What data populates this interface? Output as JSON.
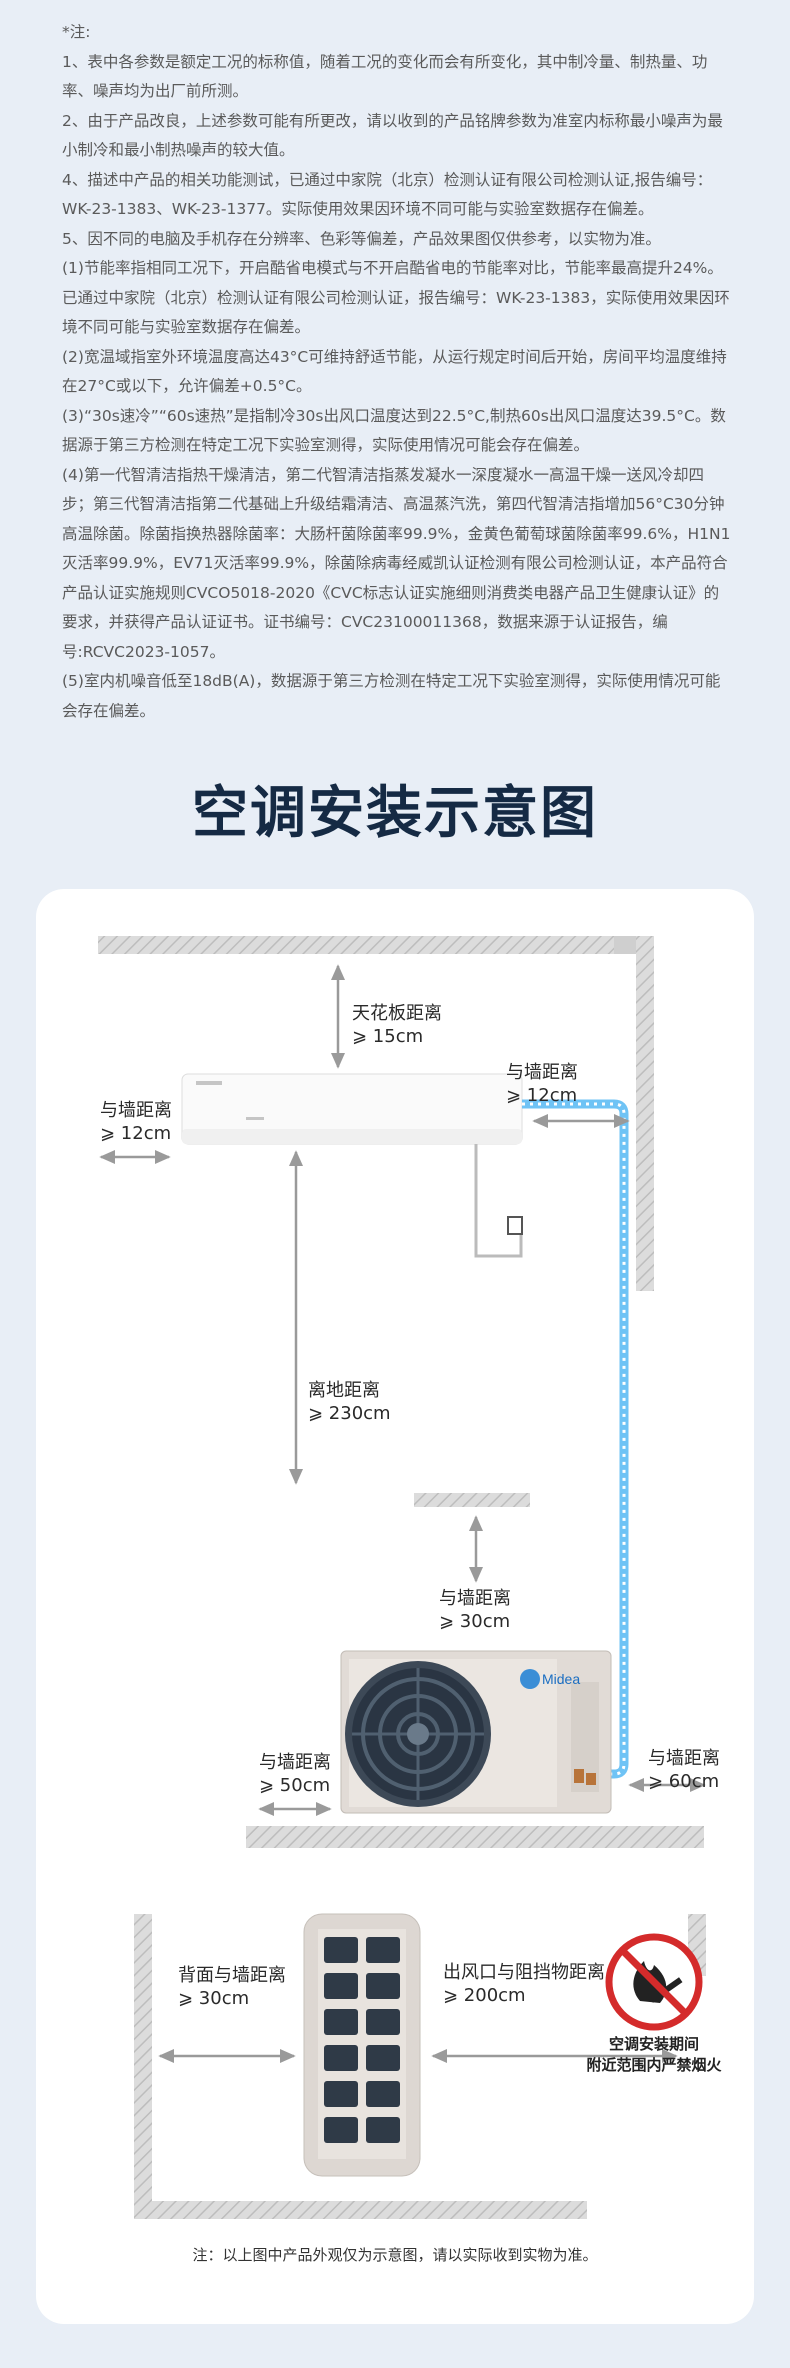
{
  "notes": {
    "header": "*注:",
    "items": [
      "1、表中各参数是额定工况的标称值，随着工况的变化而会有所变化，其中制冷量、制热量、功率、噪声均为出厂前所测。",
      "2、由于产品改良，上述参数可能有所更改，请以收到的产品铭牌参数为准室内标称最小噪声为最小制冷和最小制热噪声的较大值。",
      "4、描述中产品的相关功能测试，已通过中家院（北京）检测认证有限公司检测认证,报告编号：WK-23-1383、WK-23-1377。实际使用效果因环境不同可能与实验室数据存在偏差。",
      "5、因不同的电脑及手机存在分辨率、色彩等偏差，产品效果图仅供参考，以实物为准。",
      "(1)节能率指相同工况下，开启酷省电模式与不开启酷省电的节能率对比，节能率最高提升24%。已通过中家院（北京）检测认证有限公司检测认证，报告编号：WK-23-1383，实际使用效果因环境不同可能与实验室数据存在偏差。",
      "(2)宽温域指室外环境温度高达43°C可维持舒适节能，从运行规定时间后开始，房间平均温度维持在27°C或以下，允许偏差+0.5°C。",
      "(3)“30s速冷”“60s速热”是指制冷30s出风口温度达到22.5°C,制热60s出风口温度达39.5°C。数据源于第三方检测在特定工况下实验室测得，实际使用情况可能会存在偏差。",
      "(4)第一代智清洁指热干燥清洁，第二代智清洁指蒸发凝水一深度凝水一高温干燥一送风冷却四步；第三代智清洁指第二代基础上升级结霜清洁、高温蒸汽洗，第四代智清洁指增加56°C30分钟高温除菌。除菌指换热器除菌率：大肠杆菌除菌率99.9%，金黄色葡萄球菌除菌率99.6%，H1N1灭活率99.9%，EV71灭活率99.9%，除菌除病毒经威凯认证检测有限公司检测认证，本产品符合产品认证实施规则CVCO5018-2020《CVC标志认证实施细则消费类电器产品卫生健康认证》的要求，并获得产品认证证书。证书编号：CVC23100011368，数据来源于认证报告，编号:RCVC2023-1057。",
      "(5)室内机噪音低至18dB(A)，数据源于第三方检测在特定工况下实验室测得，实际使用情况可能会存在偏差。"
    ]
  },
  "section_title": "空调安装示意图",
  "diagram": {
    "ceiling": {
      "title": "天花板距离",
      "value": "⩾ 15cm"
    },
    "indoor_left": {
      "title": "与墙距离",
      "value": "⩾ 12cm"
    },
    "indoor_right": {
      "title": "与墙距离",
      "value": "⩾ 12cm"
    },
    "floor": {
      "title": "离地距离",
      "value": "⩾ 230cm"
    },
    "outdoor_top": {
      "title": "与墙距离",
      "value": "⩾ 30cm"
    },
    "outdoor_left": {
      "title": "与墙距离",
      "value": "⩾ 50cm"
    },
    "outdoor_right": {
      "title": "与墙距离",
      "value": "⩾ 60cm"
    },
    "back": {
      "title": "背面与墙距离",
      "value": "⩾ 30cm"
    },
    "outlet": {
      "title": "出风口与阻挡物距离",
      "value": "⩾ 200cm"
    },
    "brand": "Midea",
    "no_fire_line1": "空调安装期间",
    "no_fire_line2": "附近范围内严禁烟火",
    "colors": {
      "pipe": "#6fc3f5",
      "wall": "#d2d2d2",
      "title": "#152a44",
      "sign_red": "#d42b2b"
    }
  },
  "footnote": "注：以上图中产品外观仅为示意图，请以实际收到实物为准。"
}
